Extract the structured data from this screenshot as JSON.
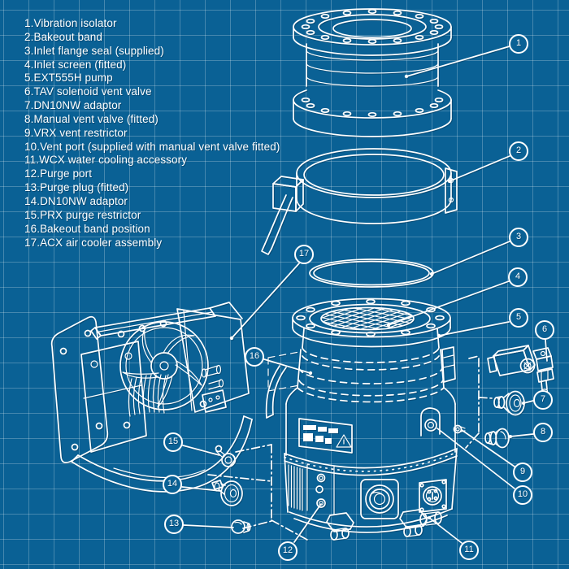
{
  "legend": {
    "items": [
      "1.Vibration isolator",
      "2.Bakeout band",
      "3.Inlet flange seal (supplied)",
      "4.Inlet screen (fitted)",
      "5.EXT555H pump",
      "6.TAV solenoid vent valve",
      "7.DN10NW adaptor",
      "8.Manual vent valve (fitted)",
      "9.VRX vent restrictor",
      "10.Vent port (supplied with manual vent valve fitted)",
      "11.WCX water cooling accessory",
      "12.Purge port",
      "13.Purge plug (fitted)",
      "14.DN10NW adaptor",
      "15.PRX purge restrictor",
      "16.Bakeout band position",
      "17.ACX air cooler assembly"
    ]
  },
  "callouts": [
    "1",
    "2",
    "3",
    "4",
    "5",
    "6",
    "7",
    "8",
    "9",
    "10",
    "11",
    "12",
    "13",
    "14",
    "15",
    "16",
    "17"
  ],
  "colors": {
    "background": "#0a6195",
    "grid": "#4d87af",
    "ink": "#ffffff"
  }
}
